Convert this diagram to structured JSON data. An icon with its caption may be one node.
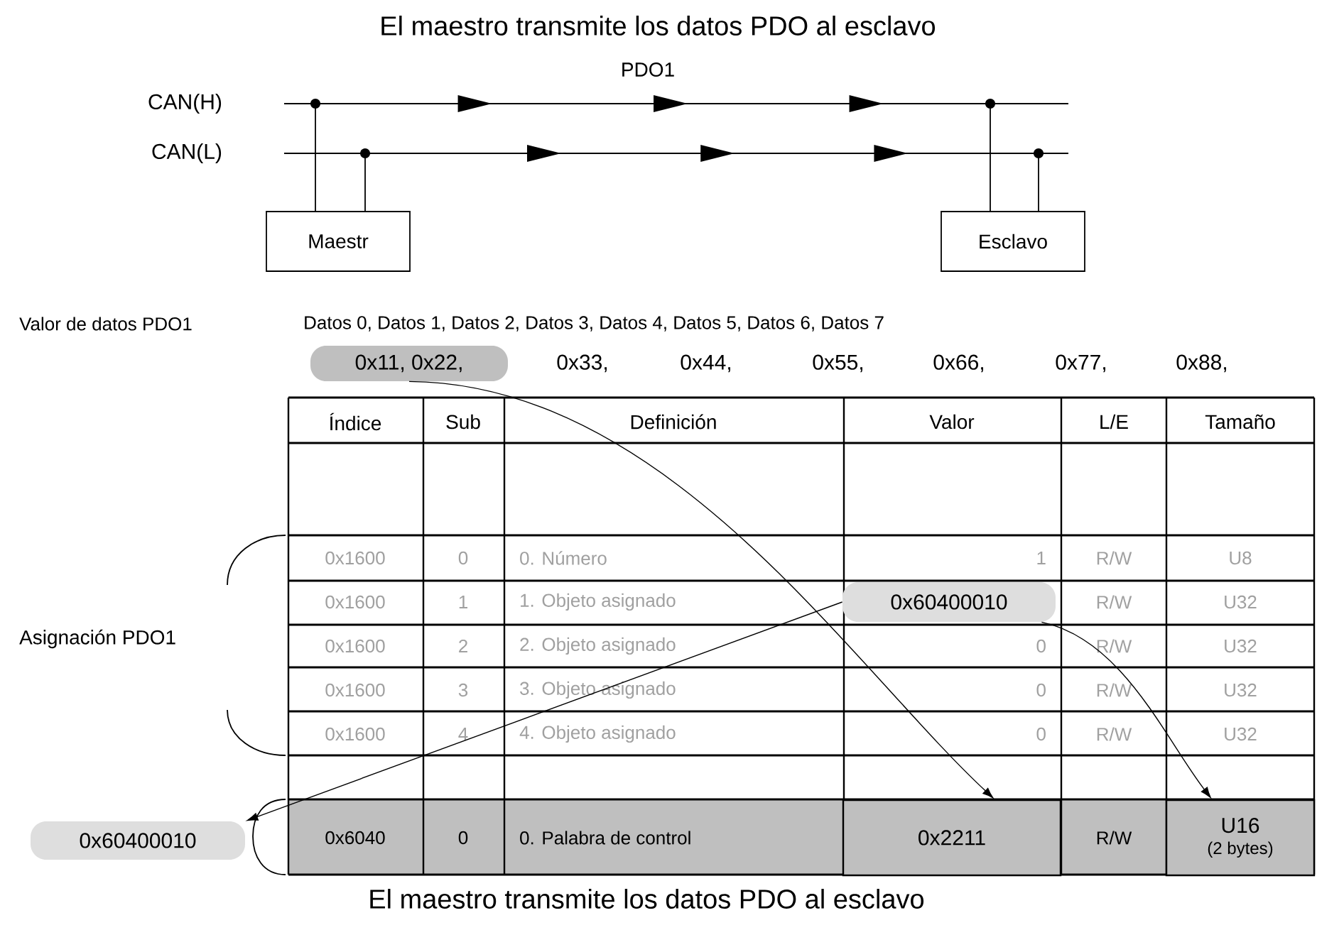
{
  "diagram": {
    "title": "El maestro transmite los datos PDO al esclavo",
    "caption": "El maestro transmite los datos PDO al esclavo",
    "nodes": [
      {
        "text": [
          "Maestr"
        ]
      },
      {
        "text": [
          "Esclavo"
        ]
      },
      {
        "text": [
          "0x11,  0x22,"
        ]
      },
      {
        "text": [
          "0x60400010"
        ]
      },
      {
        "text": [
          "0x60400010"
        ]
      },
      {
        "text": [
          "0x2211"
        ]
      },
      {
        "text": [
          "U16",
          "(2 bytes)"
        ]
      }
    ],
    "edges": [
      {
        "from": 0,
        "to": 1,
        "arrow": "to"
      },
      {
        "from": 0,
        "to": 1,
        "arrow": "to"
      },
      {
        "from": 2,
        "to": 5,
        "arrow": "to"
      },
      {
        "from": 3,
        "to": 4,
        "arrow": "to"
      },
      {
        "from": 3,
        "to": 6,
        "arrow": "to"
      }
    ],
    "labels": [
      "PDO1",
      "CAN(H)",
      "CAN(L)",
      "Valor de datos PDO1",
      "Datos 0, Datos 1, Datos 2, Datos 3, Datos 4, Datos 5, Datos 6, Datos 7",
      "0x33,",
      "0x44,",
      "0x55,",
      "0x66,",
      "0x77,",
      "0x88,",
      "Índice",
      "Sub",
      "Definición",
      "Valor",
      "L/E",
      "Tamaño",
      "0x1600",
      "0",
      "0. Número",
      "1",
      "R/W",
      "U8",
      "0x1600",
      "1",
      "1. Objeto asignado",
      "R/W",
      "U32",
      "0x1600",
      "2",
      "2. Objeto asignado",
      "0",
      "R/W",
      "U32",
      "0x1600",
      "3",
      "3. Objeto asignado",
      "0",
      "R/W",
      "U32",
      "0x1600",
      "4",
      "4. Objeto asignado",
      "0",
      "R/W",
      "U32",
      "0x6040",
      "0",
      "0. Palabra de control",
      "R/W",
      "Asignación PDO1"
    ]
  }
}
